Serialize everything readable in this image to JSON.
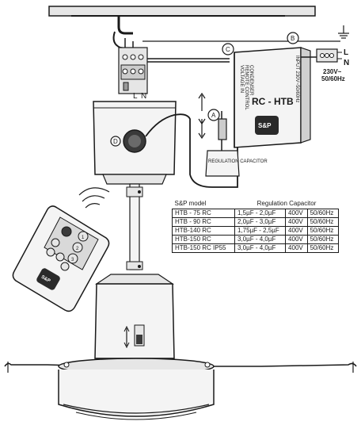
{
  "labels": {
    "terminal_l": "L",
    "terminal_n": "N",
    "supply_l": "L",
    "supply_n": "N",
    "voltage": "230V~",
    "frequency": "50/60Hz",
    "marker_a": "A",
    "marker_b": "B",
    "marker_c": "C",
    "marker_d": "D",
    "controller_name": "RC - HTB",
    "controller_side_text_1": "VOLTAGE IN",
    "controller_side_text_2": "REMOTE CONTROL",
    "controller_side_text_3": "CONDENSER",
    "controller_right_text": "INPUT 230V~50/60Hz",
    "regulation_capacitor_box": "REGULATION CAPACITOR",
    "brand_logo": "S&P"
  },
  "remote": {
    "buttons": [
      "1",
      "2",
      "3"
    ],
    "bottom_buttons": [
      "",
      "",
      "",
      ""
    ]
  },
  "table": {
    "header_model": "S&P model",
    "header_capacitor": "Regulation Capacitor",
    "rows": [
      {
        "model": "HTB - 75 RC",
        "capacitor": "1,5µF - 2,0µF",
        "voltage": "400V",
        "freq": "50/60Hz"
      },
      {
        "model": "HTB - 90 RC",
        "capacitor": "2,0µF - 3,0µF",
        "voltage": "400V",
        "freq": "50/60Hz"
      },
      {
        "model": "HTB-140 RC",
        "capacitor": "1,75µF - 2,5µF",
        "voltage": "400V",
        "freq": "50/60Hz"
      },
      {
        "model": "HTB-150 RC",
        "capacitor": "3,0µF - 4,0µF",
        "voltage": "400V",
        "freq": "50/60Hz"
      },
      {
        "model": "HTB-150 RC IP55",
        "capacitor": "3,0µF - 4,0µF",
        "voltage": "400V",
        "freq": "50/60Hz"
      }
    ]
  },
  "colors": {
    "line": "#1a1a1a",
    "fill_light": "#f2f2f2",
    "fill_mid": "#d9d9d9",
    "fill_dark": "#3a3a3a"
  }
}
